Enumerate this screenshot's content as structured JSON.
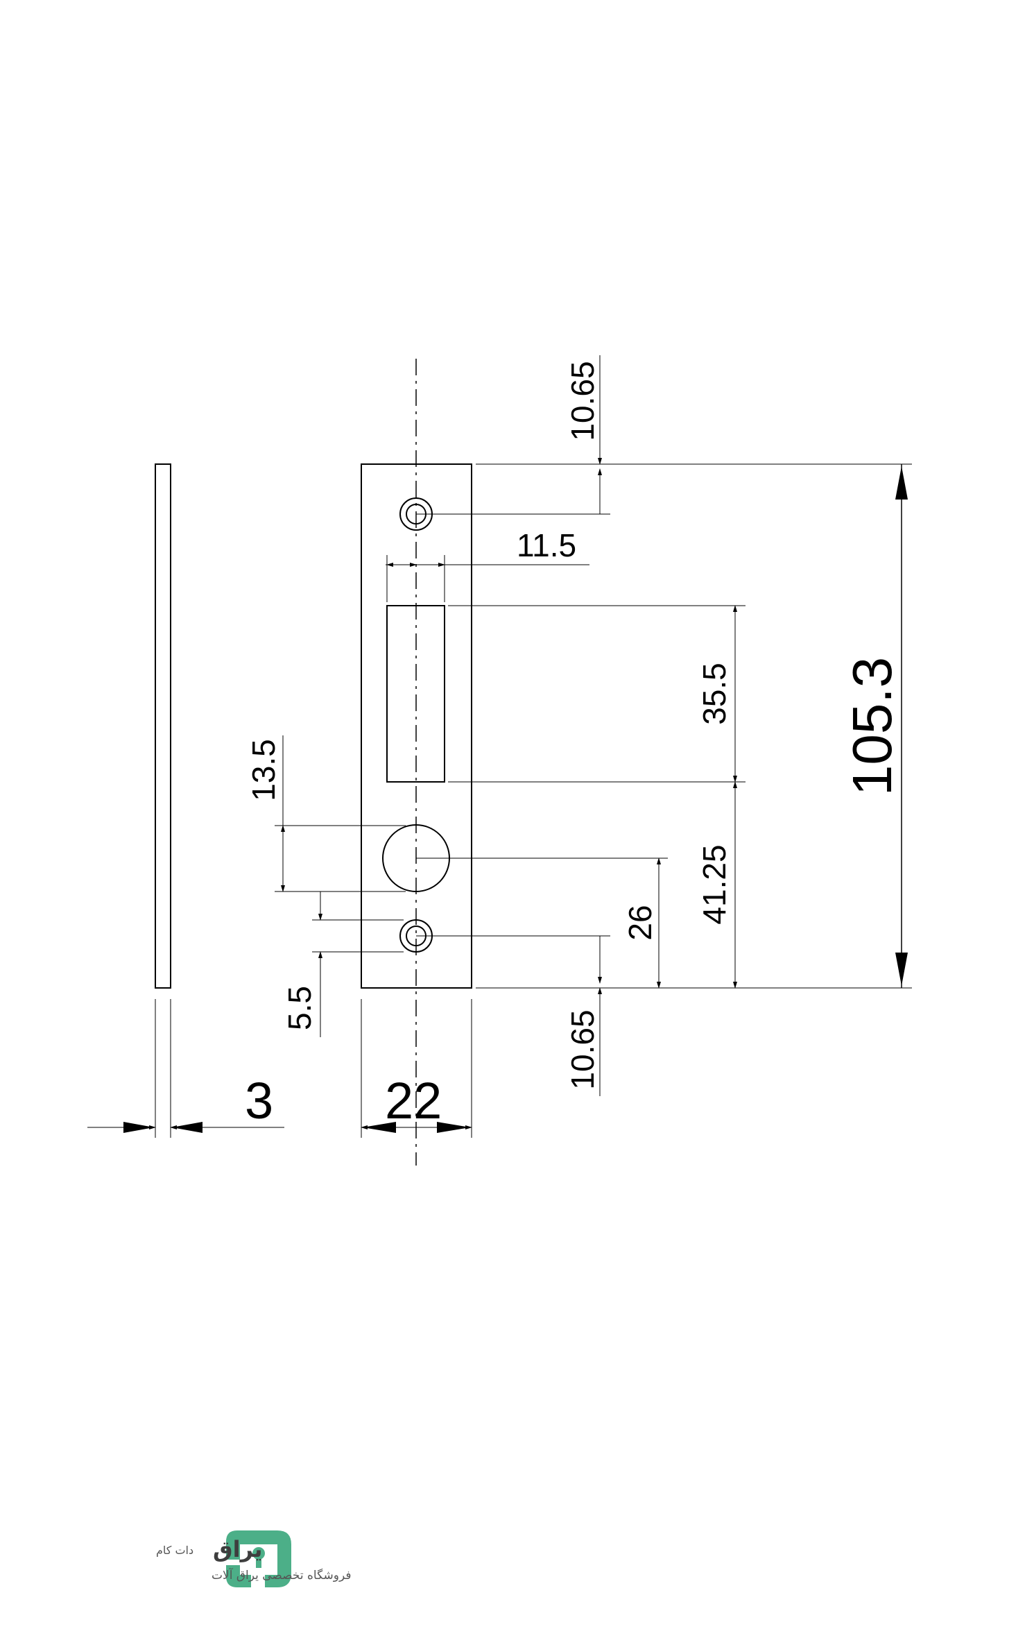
{
  "drawing": {
    "dimensions": {
      "top_offset": "10.65",
      "slot_width": "11.5",
      "slot_height": "35.5",
      "overall_height": "105.3",
      "hole_diameter": "13.5",
      "slot_to_bottom": "41.25",
      "hole_to_bottom": "26",
      "screw_spacing": "5.5",
      "bottom_offset": "10.65",
      "thickness": "3",
      "width": "22"
    }
  },
  "logo": {
    "brand": "یراق",
    "suffix": "دات کام",
    "tagline": "فروشگاه تخصصی یراق آلات",
    "accent": "#4caf88"
  }
}
